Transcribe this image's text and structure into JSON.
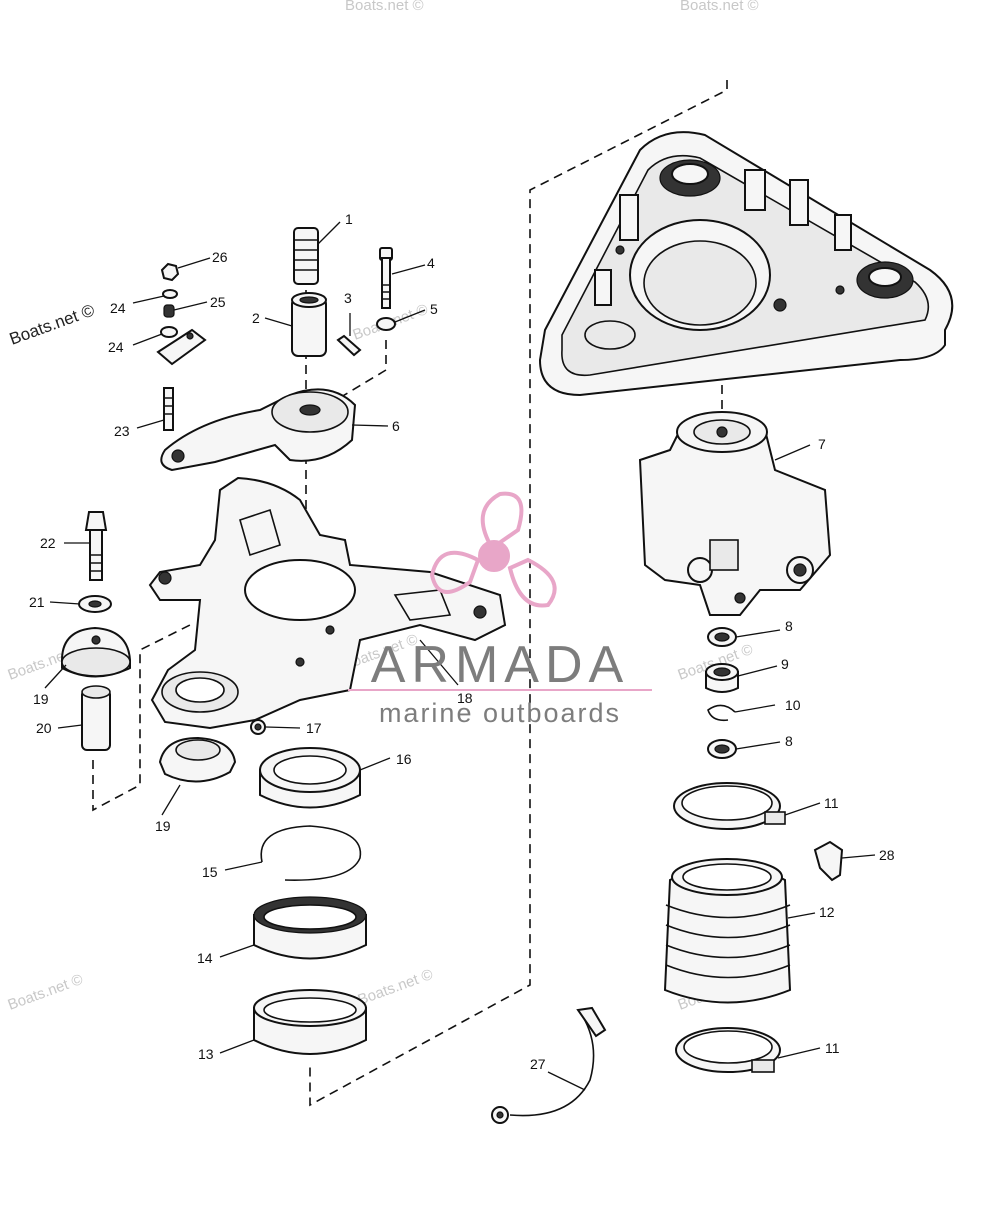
{
  "watermark": "Boats.net ©",
  "logo": {
    "name": "ARMADA",
    "tagline": "marine outboards",
    "accent_color": "#e8a6c8",
    "text_color": "#7d7d7d"
  },
  "callouts": [
    {
      "id": "c1",
      "text": "1"
    },
    {
      "id": "c2",
      "text": "2"
    },
    {
      "id": "c3",
      "text": "3"
    },
    {
      "id": "c4",
      "text": "4"
    },
    {
      "id": "c5",
      "text": "5"
    },
    {
      "id": "c6",
      "text": "6"
    },
    {
      "id": "c7",
      "text": "7"
    },
    {
      "id": "c8a",
      "text": "8"
    },
    {
      "id": "c9",
      "text": "9"
    },
    {
      "id": "c10",
      "text": "10"
    },
    {
      "id": "c8b",
      "text": "8"
    },
    {
      "id": "c11a",
      "text": "11"
    },
    {
      "id": "c28",
      "text": "28"
    },
    {
      "id": "c12",
      "text": "12"
    },
    {
      "id": "c11b",
      "text": "11"
    },
    {
      "id": "c27",
      "text": "27"
    },
    {
      "id": "c13",
      "text": "13"
    },
    {
      "id": "c14",
      "text": "14"
    },
    {
      "id": "c15",
      "text": "15"
    },
    {
      "id": "c16",
      "text": "16"
    },
    {
      "id": "c17",
      "text": "17"
    },
    {
      "id": "c18",
      "text": "18"
    },
    {
      "id": "c19a",
      "text": "19"
    },
    {
      "id": "c19b",
      "text": "19"
    },
    {
      "id": "c20",
      "text": "20"
    },
    {
      "id": "c21",
      "text": "21"
    },
    {
      "id": "c22",
      "text": "22"
    },
    {
      "id": "c23",
      "text": "23"
    },
    {
      "id": "c24a",
      "text": "24"
    },
    {
      "id": "c24b",
      "text": "24"
    },
    {
      "id": "c25",
      "text": "25"
    },
    {
      "id": "c26",
      "text": "26"
    }
  ]
}
